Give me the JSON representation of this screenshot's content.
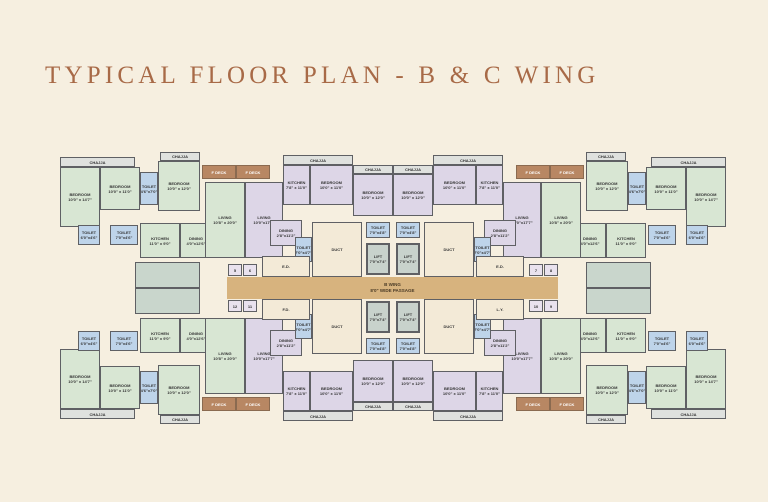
{
  "title": "TYPICAL FLOOR PLAN - B & C WING",
  "passage": {
    "wing": "B WING",
    "label": "8'0\" WIDE PASSAGE"
  },
  "colors": {
    "title": "#a86a47",
    "green_flat": "#d8e6d3",
    "purple_flat": "#ddd6e7",
    "toilet": "#bed4ea",
    "deck": "#b88763",
    "passage": "#d7b37e",
    "background": "#f6efe0"
  },
  "quadrants": [
    {
      "position": "top-left",
      "rooms": [
        {
          "n": "CHAJJA",
          "d": ""
        },
        {
          "n": "CHAJJA",
          "d": ""
        },
        {
          "n": "BEDROOM",
          "d": "10'0\" x 14'7\""
        },
        {
          "n": "BEDROOM",
          "d": "10'0\" x 11'0\""
        },
        {
          "n": "TOILET",
          "d": "4'6\"x7'0\""
        },
        {
          "n": "BEDROOM",
          "d": "10'0\" x 12'0\""
        },
        {
          "n": "TOILET",
          "d": "6'0\"x4'6\""
        },
        {
          "n": "TOILET",
          "d": "7'0\"x4'6\""
        },
        {
          "n": "KITCHEN",
          "d": "11'0\" x 9'0\""
        },
        {
          "n": "DINING",
          "d": "4'0\"x12'6\""
        },
        {
          "n": "LIVING",
          "d": "10'8\" x 20'0\""
        },
        {
          "n": "F DECK",
          "d": ""
        },
        {
          "n": "F DECK",
          "d": ""
        },
        {
          "n": "LIVING",
          "d": "10'0\"x17'7\""
        },
        {
          "n": "CHAJJA",
          "d": ""
        },
        {
          "n": "KITCHEN",
          "d": "7'8\" x 11'0\""
        },
        {
          "n": "BEDROOM",
          "d": "10'0\" x 11'0\""
        },
        {
          "n": "CHAJJA",
          "d": ""
        },
        {
          "n": "BEDROOM",
          "d": "10'0\" x 12'0\""
        },
        {
          "n": "DINING",
          "d": "2'8\"x11'2\""
        },
        {
          "n": "TOILET",
          "d": "7'0\"x4'7\""
        },
        {
          "n": "DUCT",
          "d": ""
        },
        {
          "n": "TOILET",
          "d": "7'0\"x4'8\""
        },
        {
          "n": "LIFT",
          "d": "7'0\"x7'4\""
        },
        {
          "n": "E.D.",
          "d": ""
        },
        {
          "n": "",
          "d": ""
        },
        {
          "n": "5",
          "d": ""
        },
        {
          "n": "6",
          "d": ""
        }
      ]
    },
    {
      "position": "top-right",
      "rooms": [
        {
          "n": "CHAJJA",
          "d": ""
        },
        {
          "n": "CHAJJA",
          "d": ""
        },
        {
          "n": "BEDROOM",
          "d": "10'0\" x 14'7\""
        },
        {
          "n": "BEDROOM",
          "d": "10'0\" x 11'0\""
        },
        {
          "n": "TOILET",
          "d": "4'6\"x7'0\""
        },
        {
          "n": "BEDROOM",
          "d": "10'0\" x 12'0\""
        },
        {
          "n": "TOILET",
          "d": "6'0\"x4'6\""
        },
        {
          "n": "TOILET",
          "d": "7'0\"x4'6\""
        },
        {
          "n": "KITCHEN",
          "d": "11'0\" x 9'0\""
        },
        {
          "n": "DINING",
          "d": "4'0\"x12'6\""
        },
        {
          "n": "LIVING",
          "d": "10'8\" x 20'0\""
        },
        {
          "n": "F DECK",
          "d": ""
        },
        {
          "n": "F DECK",
          "d": ""
        },
        {
          "n": "LIVING",
          "d": "10'0\"x17'7\""
        },
        {
          "n": "CHAJJA",
          "d": ""
        },
        {
          "n": "KITCHEN",
          "d": "7'8\" x 11'0\""
        },
        {
          "n": "BEDROOM",
          "d": "10'0\" x 11'0\""
        },
        {
          "n": "CHAJJA",
          "d": ""
        },
        {
          "n": "BEDROOM",
          "d": "10'0\" x 12'0\""
        },
        {
          "n": "DINING",
          "d": "2'8\"x11'2\""
        },
        {
          "n": "TOILET",
          "d": "7'0\"x4'7\""
        },
        {
          "n": "DUCT",
          "d": ""
        },
        {
          "n": "TOILET",
          "d": "7'0\"x4'8\""
        },
        {
          "n": "LIFT",
          "d": "7'0\"x7'4\""
        },
        {
          "n": "E.D.",
          "d": ""
        },
        {
          "n": "",
          "d": ""
        },
        {
          "n": "8",
          "d": ""
        },
        {
          "n": "7",
          "d": ""
        }
      ]
    },
    {
      "position": "bottom-left",
      "rooms": [
        {
          "n": "CHAJJA",
          "d": ""
        },
        {
          "n": "CHAJJA",
          "d": ""
        },
        {
          "n": "BEDROOM",
          "d": "10'0\" x 14'7\""
        },
        {
          "n": "BEDROOM",
          "d": "10'0\" x 11'0\""
        },
        {
          "n": "TOILET",
          "d": "4'6\"x7'0\""
        },
        {
          "n": "BEDROOM",
          "d": "10'0\" x 12'0\""
        },
        {
          "n": "TOILET",
          "d": "6'0\"x4'6\""
        },
        {
          "n": "TOILET",
          "d": "7'0\"x4'6\""
        },
        {
          "n": "KITCHEN",
          "d": "11'0\" x 9'0\""
        },
        {
          "n": "DINING",
          "d": "4'0\"x12'6\""
        },
        {
          "n": "LIVING",
          "d": "10'8\" x 20'0\""
        },
        {
          "n": "F DECK",
          "d": ""
        },
        {
          "n": "F DECK",
          "d": ""
        },
        {
          "n": "LIVING",
          "d": "10'0\"x17'7\""
        },
        {
          "n": "CHAJJA",
          "d": ""
        },
        {
          "n": "KITCHEN",
          "d": "7'8\" x 11'0\""
        },
        {
          "n": "BEDROOM",
          "d": "10'0\" x 11'0\""
        },
        {
          "n": "CHAJJA",
          "d": ""
        },
        {
          "n": "BEDROOM",
          "d": "10'0\" x 12'0\""
        },
        {
          "n": "DINING",
          "d": "2'8\"x11'2\""
        },
        {
          "n": "TOILET",
          "d": "7'0\"x4'7\""
        },
        {
          "n": "DUCT",
          "d": ""
        },
        {
          "n": "TOILET",
          "d": "7'0\"x4'8\""
        },
        {
          "n": "LIFT",
          "d": "7'0\"x7'4\""
        },
        {
          "n": "F.D.",
          "d": ""
        },
        {
          "n": "",
          "d": ""
        },
        {
          "n": "12",
          "d": ""
        },
        {
          "n": "11",
          "d": ""
        }
      ]
    },
    {
      "position": "bottom-right",
      "rooms": [
        {
          "n": "CHAJJA",
          "d": ""
        },
        {
          "n": "CHAJJA",
          "d": ""
        },
        {
          "n": "BEDROOM",
          "d": "10'0\" x 14'7\""
        },
        {
          "n": "BEDROOM",
          "d": "10'0\" x 11'0\""
        },
        {
          "n": "TOILET",
          "d": "4'6\"x7'0\""
        },
        {
          "n": "BEDROOM",
          "d": "10'0\" x 12'0\""
        },
        {
          "n": "TOILET",
          "d": "6'0\"x4'6\""
        },
        {
          "n": "TOILET",
          "d": "7'0\"x4'6\""
        },
        {
          "n": "KITCHEN",
          "d": "11'0\" x 9'0\""
        },
        {
          "n": "DINING",
          "d": "4'0\"x12'6\""
        },
        {
          "n": "LIVING",
          "d": "10'8\" x 20'0\""
        },
        {
          "n": "F DECK",
          "d": ""
        },
        {
          "n": "F DECK",
          "d": ""
        },
        {
          "n": "LIVING",
          "d": "10'0\"x17'7\""
        },
        {
          "n": "CHAJJA",
          "d": ""
        },
        {
          "n": "KITCHEN",
          "d": "7'8\" x 11'0\""
        },
        {
          "n": "BEDROOM",
          "d": "10'0\" x 11'0\""
        },
        {
          "n": "CHAJJA",
          "d": ""
        },
        {
          "n": "BEDROOM",
          "d": "10'0\" x 12'0\""
        },
        {
          "n": "DINING",
          "d": "2'8\"x11'2\""
        },
        {
          "n": "TOILET",
          "d": "7'0\"x4'7\""
        },
        {
          "n": "DUCT",
          "d": ""
        },
        {
          "n": "TOILET",
          "d": "7'0\"x4'8\""
        },
        {
          "n": "LIFT",
          "d": "7'0\"x7'4\""
        },
        {
          "n": "L.Y.",
          "d": ""
        },
        {
          "n": "",
          "d": ""
        },
        {
          "n": "9",
          "d": ""
        },
        {
          "n": "10",
          "d": ""
        }
      ]
    }
  ]
}
